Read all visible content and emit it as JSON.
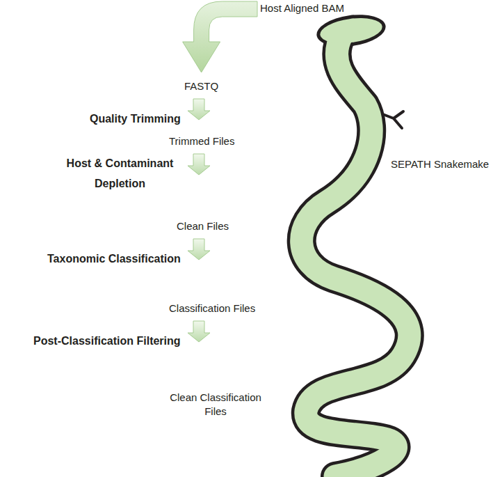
{
  "diagram": {
    "nodes": [
      {
        "text": [
          "Host Aligned BAM"
        ]
      },
      {
        "text": [
          "FASTQ"
        ]
      },
      {
        "text": [
          "Trimmed Files"
        ]
      },
      {
        "text": [
          "Clean Files"
        ]
      },
      {
        "text": [
          "Classification Files"
        ]
      },
      {
        "text": [
          "Clean Classification Files"
        ]
      }
    ],
    "edges": [
      {
        "from": 0,
        "to": 1,
        "arrow": "to"
      },
      {
        "from": 1,
        "to": 2,
        "arrow": "to",
        "label": "Quality Trimming"
      },
      {
        "from": 2,
        "to": 3,
        "arrow": "to",
        "label": "Host & Contaminant Depletion"
      },
      {
        "from": 3,
        "to": 4,
        "arrow": "to",
        "label": "Taxonomic Classification"
      },
      {
        "from": 4,
        "to": 5,
        "arrow": "to",
        "label": "Post-Classification Filtering"
      }
    ],
    "labels": [
      "SEPATH Snakemake"
    ]
  }
}
